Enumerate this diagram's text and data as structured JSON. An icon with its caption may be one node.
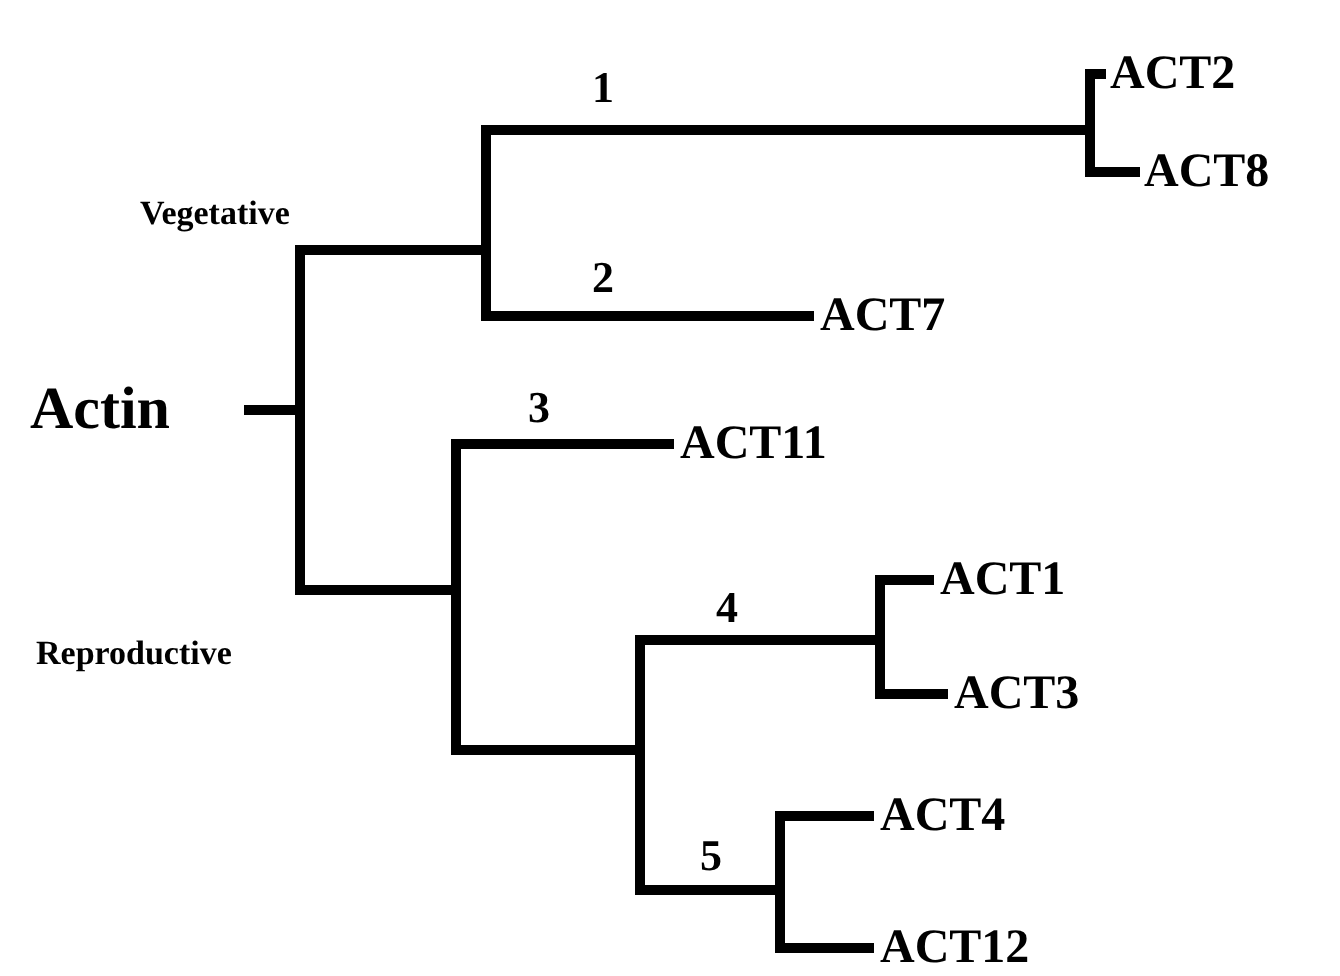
{
  "diagram": {
    "nodes": [
      {
        "text": [
          "Actin"
        ]
      },
      {
        "text": [
          "ACT2"
        ]
      },
      {
        "text": [
          "ACT8"
        ]
      },
      {
        "text": [
          "ACT7"
        ]
      },
      {
        "text": [
          "ACT11"
        ]
      },
      {
        "text": [
          "ACT1"
        ]
      },
      {
        "text": [
          "ACT3"
        ]
      },
      {
        "text": [
          "ACT4"
        ]
      },
      {
        "text": [
          "ACT12"
        ]
      }
    ],
    "edges": [
      {
        "from": 0,
        "to": 1,
        "arrow": "none"
      },
      {
        "from": 0,
        "to": 2,
        "arrow": "none"
      },
      {
        "from": 0,
        "to": 3,
        "arrow": "none"
      },
      {
        "from": 0,
        "to": 4,
        "arrow": "none"
      },
      {
        "from": 0,
        "to": 5,
        "arrow": "none"
      },
      {
        "from": 0,
        "to": 6,
        "arrow": "none"
      },
      {
        "from": 0,
        "to": 7,
        "arrow": "none"
      },
      {
        "from": 0,
        "to": 8,
        "arrow": "none"
      }
    ],
    "labels": [
      "1",
      "Vegetative",
      "2",
      "3",
      "Reproductive",
      "4",
      "5"
    ]
  }
}
